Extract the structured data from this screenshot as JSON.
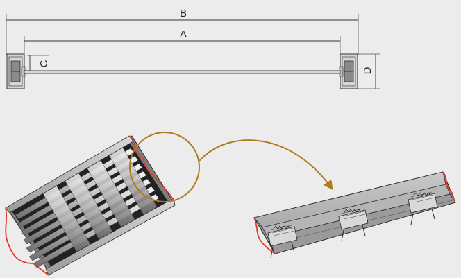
{
  "dimensions": {
    "overall_width": "B",
    "inner_width": "A",
    "inner_height": "C",
    "overall_height": "D"
  },
  "colors": {
    "background": "#ececec",
    "line": "#333333",
    "cut_edge": "#e03a2a",
    "callout": "#b07a20",
    "steel_light": "#c8c8c8",
    "steel_mid": "#9e9e9e",
    "steel_dark": "#4a4a4a"
  },
  "icons": {
    "detail_circle": "circle-outline",
    "callout_arrow": "curved-arrow"
  }
}
